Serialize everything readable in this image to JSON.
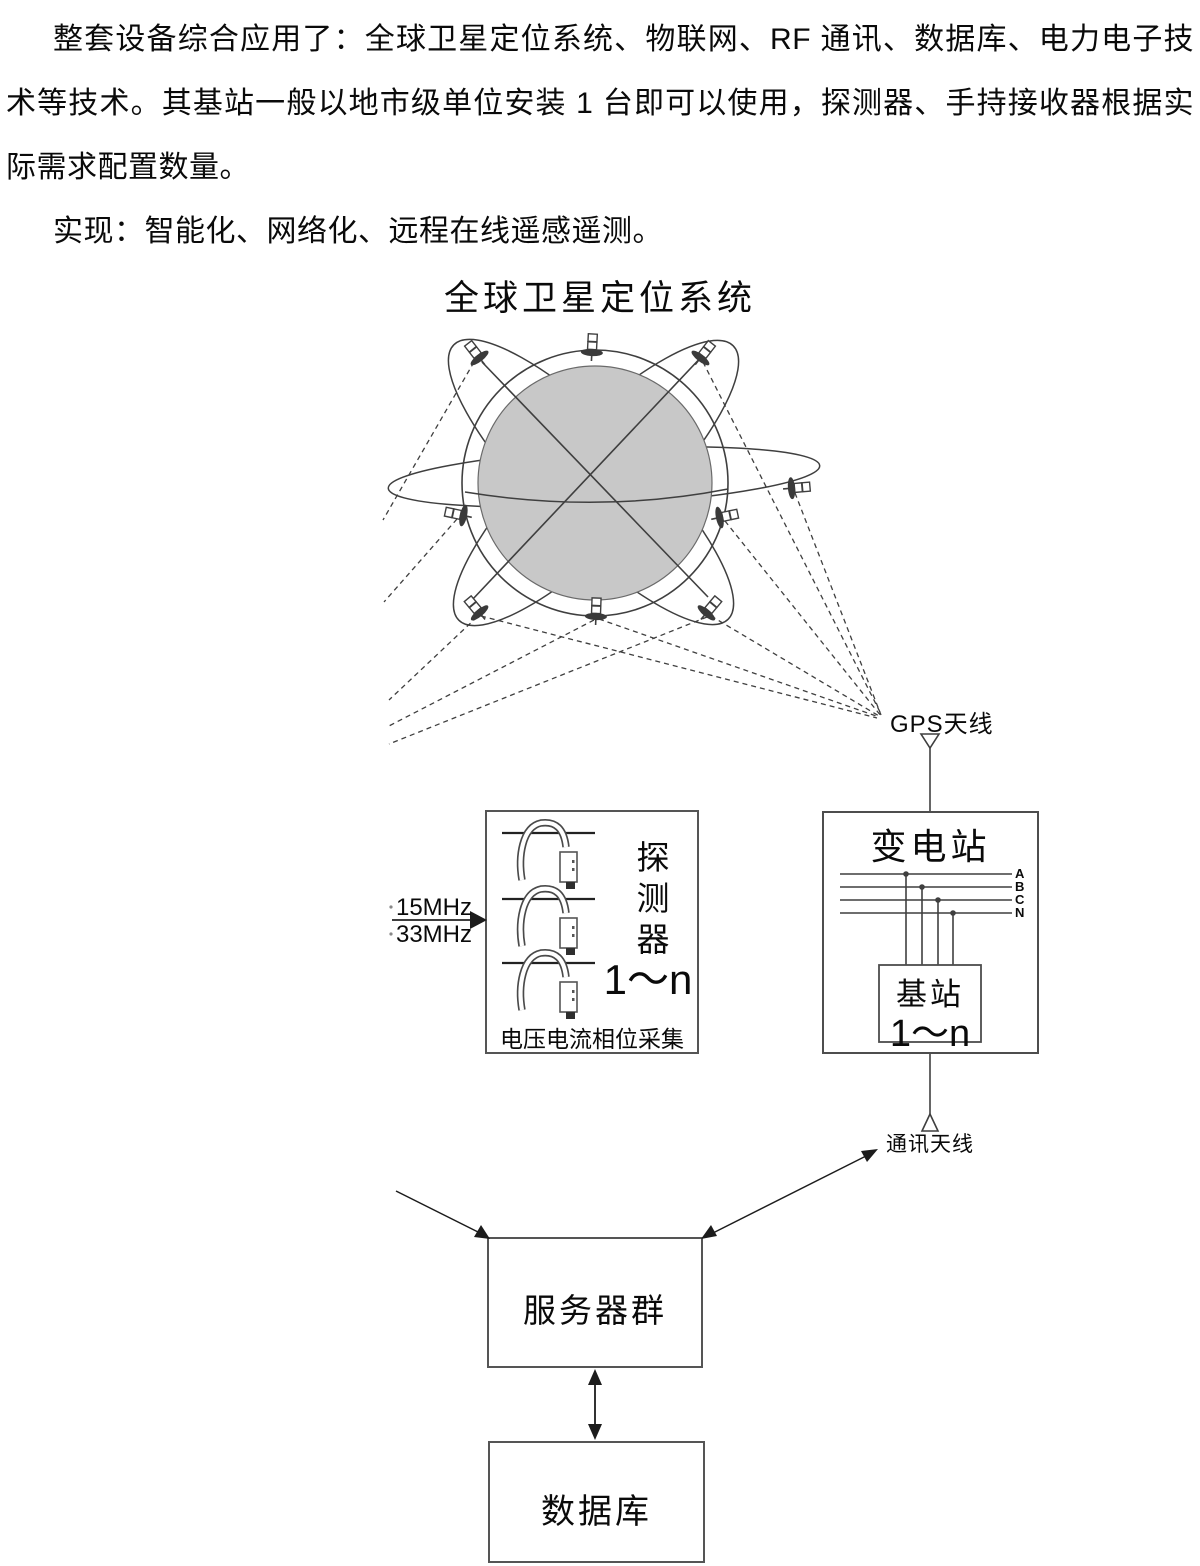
{
  "content": {
    "p1": "整套设备综合应用了：全球卫星定位系统、物联网、RF 通讯、数据库、电力电子技术等技术。其基站一般以地市级单位安装 1 台即可以使用，探测器、手持接收器根据实际需求配置数量。",
    "p2": "实现：智能化、网络化、远程在线遥感遥测。"
  },
  "diagram": {
    "title": "全球卫星定位系统",
    "gps_antenna_label": "GPS天线",
    "comm_antenna_label": "通讯天线",
    "substation": {
      "title": "变电站",
      "bus_labels": [
        "A",
        "B",
        "C",
        "N"
      ],
      "base_station_title": "基站",
      "base_station_range": "1～n"
    },
    "detector": {
      "title": "探测器",
      "range": "1～n",
      "caption": "电压电流相位采集",
      "freq_top": "15MHz",
      "freq_bottom": "33MHz"
    },
    "server_label": "服务器群",
    "database_label": "数据库",
    "colors": {
      "ink": "#3f3f3f",
      "globe_fill": "#c8c8c8",
      "text": "#0a0a0a"
    }
  }
}
